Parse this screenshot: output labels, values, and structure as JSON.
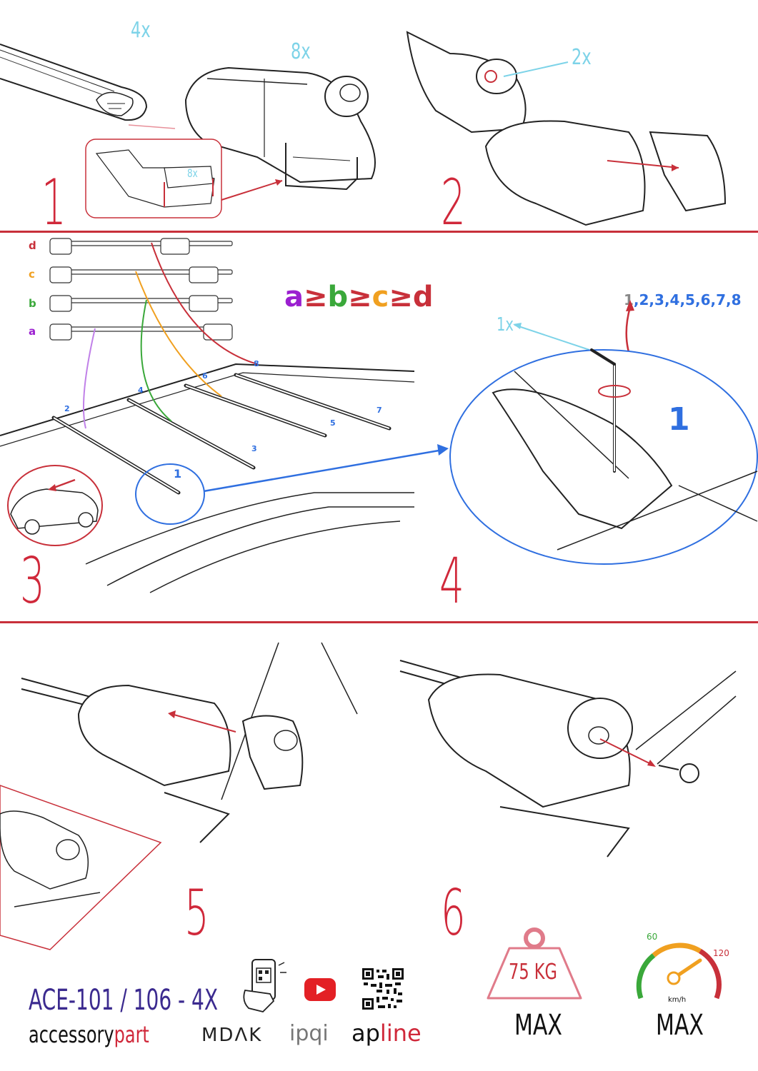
{
  "steps": {
    "s1": "1",
    "s2": "2",
    "s3": "3",
    "s4": "4",
    "s5": "5",
    "s6": "6"
  },
  "quantities": {
    "bars": "4x",
    "feet": "8x",
    "pads": "8x",
    "keys": "2x",
    "tool": "1x"
  },
  "step3": {
    "levels": [
      "d",
      "c",
      "b",
      "a"
    ],
    "order": {
      "a": "a",
      "ge1": "≥",
      "b": "b",
      "ge2": "≥",
      "c": "c",
      "ge3": "≥",
      "d": "d"
    },
    "positions": [
      "1",
      "2",
      "3",
      "4",
      "5",
      "6",
      "7",
      "8"
    ]
  },
  "step4": {
    "sequence_first": "1",
    "sequence_rest": ",2,3,4,5,6,7,8",
    "big_one": "1"
  },
  "footer": {
    "product_code": "ACE-101 / 106 - 4X",
    "brand_accessory_a": "accessory",
    "brand_accessory_b": "part",
    "brand_mdak": "MDΛK",
    "brand_ipqi": "ipqi",
    "brand_apline_a": "ap",
    "brand_apline_b": "line",
    "weight": "75 KG",
    "weight_max": "MAX",
    "speed_low": "60",
    "speed_high": "120",
    "speed_unit": "km/h",
    "speed_max": "MAX"
  },
  "colors": {
    "step_red": "#d0283a",
    "qty_cyan": "#7dd3e8",
    "blue": "#2f6fe0",
    "purple": "#9b1fd0",
    "green": "#3aa83a",
    "orange": "#f0a020",
    "level_red": "#c8303a"
  }
}
